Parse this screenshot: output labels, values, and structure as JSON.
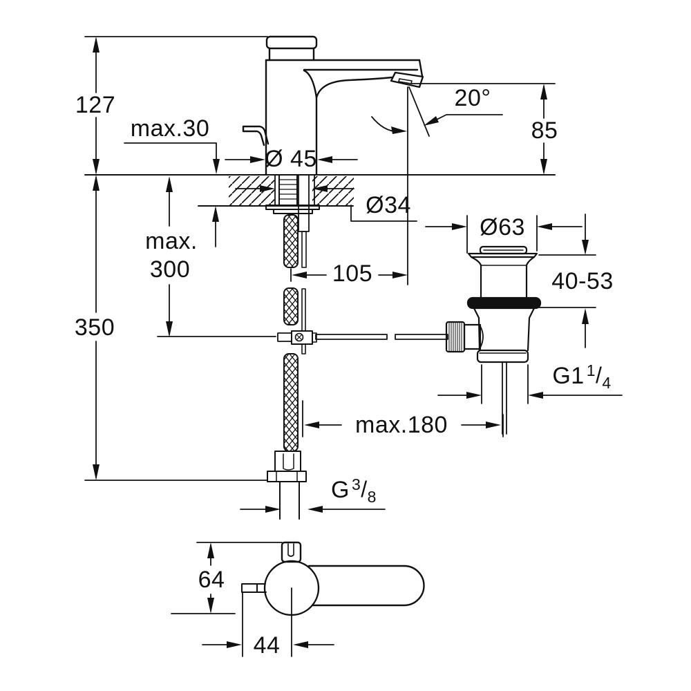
{
  "drawing": {
    "kind": "technical installation dimension drawing",
    "subject": "single-lever basin faucet with pop-up waste",
    "ink_color": "#111111",
    "background_color": "#ffffff"
  },
  "dimensions": {
    "height_above_deck": "127",
    "deck_thickness_max": "max.30",
    "base_diameter": "Ø 45",
    "spout_angle": "20°",
    "spout_outlet_height": "85",
    "hole_diameter": "Ø34",
    "hose_clearance_max_line1": "max.",
    "hose_clearance_max_line2": "300",
    "overall_depth_below": "350",
    "spout_reach": "105",
    "waste_flange_diameter": "Ø63",
    "basin_thickness_range": "40-53",
    "waste_thread": {
      "base": "G1",
      "numerator": "1",
      "slash": "/",
      "denominator": "4"
    },
    "popup_rod_reach_max": "max.180",
    "supply_thread": {
      "base": "G",
      "numerator": "3",
      "slash": "/",
      "denominator": "8"
    },
    "body_depth_top_view": "64",
    "lever_offset_top_view": "44"
  }
}
